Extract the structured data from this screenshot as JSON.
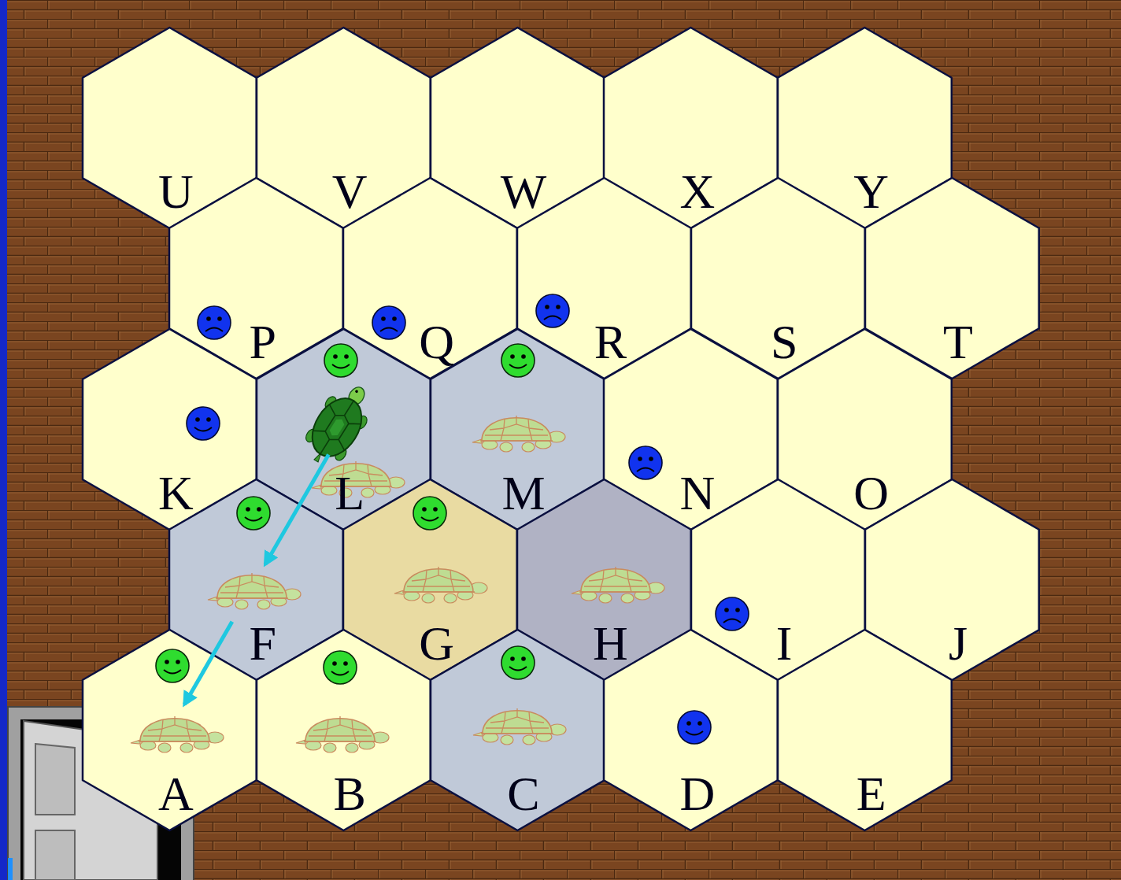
{
  "diagram": {
    "nodes": [
      {
        "text": [
          "U"
        ]
      },
      {
        "text": [
          "V"
        ]
      },
      {
        "text": [
          "W"
        ]
      },
      {
        "text": [
          "X"
        ]
      },
      {
        "text": [
          "Y"
        ]
      },
      {
        "text": [
          "P"
        ]
      },
      {
        "text": [
          "Q"
        ]
      },
      {
        "text": [
          "R"
        ]
      },
      {
        "text": [
          "S"
        ]
      },
      {
        "text": [
          "T"
        ]
      },
      {
        "text": [
          "K"
        ]
      },
      {
        "text": [
          "L"
        ]
      },
      {
        "text": [
          "M"
        ]
      },
      {
        "text": [
          "N"
        ]
      },
      {
        "text": [
          "O"
        ]
      },
      {
        "text": [
          "F"
        ]
      },
      {
        "text": [
          "G"
        ]
      },
      {
        "text": [
          "H"
        ]
      },
      {
        "text": [
          "I"
        ]
      },
      {
        "text": [
          "J"
        ]
      },
      {
        "text": [
          "A"
        ]
      },
      {
        "text": [
          "B"
        ]
      },
      {
        "text": [
          "C"
        ]
      },
      {
        "text": [
          "D"
        ]
      },
      {
        "text": [
          "E"
        ]
      }
    ],
    "edges": [
      {
        "from": 11,
        "to": 15,
        "arrow": "to"
      },
      {
        "from": 15,
        "to": 20,
        "arrow": "to"
      }
    ]
  }
}
